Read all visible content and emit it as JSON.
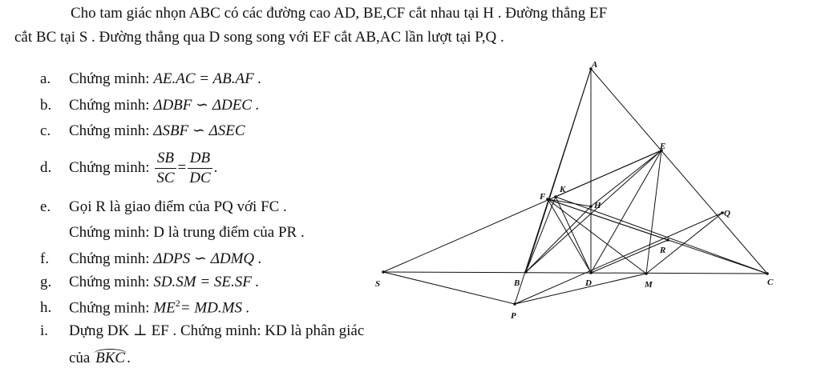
{
  "intro": {
    "line1": "Cho tam giác nhọn ABC có các đường cao AD, BE,CF cắt nhau tại H . Đường thẳng EF",
    "line2": "cắt BC tại S . Đường thẳng qua D song song với EF cắt AB,AC lần lượt tại P,Q ."
  },
  "items": [
    {
      "label": "a.",
      "text": "Chứng minh: ",
      "math": "AE.AC = AB.AF ."
    },
    {
      "label": "b.",
      "text": "Chứng minh: ",
      "math": "ΔDBF ∽ ΔDEC ."
    },
    {
      "label": "c.",
      "text": "Chứng minh: ",
      "math": "ΔSBF ∽ ΔSEC"
    },
    {
      "label": "d.",
      "text": "Chứng minh:",
      "num1": "SB",
      "den1": "SC",
      "eq": "=",
      "num2": "DB",
      "den2": "DC",
      "tail": "."
    },
    {
      "label": "e.",
      "text": "Gọi R là giao điểm của PQ với FC ."
    },
    {
      "label": "",
      "text": "Chứng minh: D là trung điểm của PR ."
    },
    {
      "label": "f.",
      "text": "Chứng minh: ",
      "math": "ΔDPS ∽ ΔDMQ ."
    },
    {
      "label": "g.",
      "text": "Chứng minh: ",
      "math": "SD.SM = SE.SF ."
    },
    {
      "label": "h.",
      "text": "Chứng minh: ",
      "math": "ME",
      "sup": "2",
      "math2": "= MD.MS ."
    },
    {
      "label": "i.",
      "text": "Dựng DK ⊥ EF . Chứng minh: KD là phân giác"
    },
    {
      "label": "",
      "text": "của ",
      "arc": "BKC",
      "tail": "."
    }
  ],
  "figure": {
    "points": {
      "A": "A",
      "E": "E",
      "F": "F",
      "K": "K",
      "H": "H",
      "Q": "Q",
      "R": "R",
      "S": "S",
      "B": "B",
      "D": "D",
      "M": "M",
      "C": "C",
      "P": "P"
    }
  }
}
